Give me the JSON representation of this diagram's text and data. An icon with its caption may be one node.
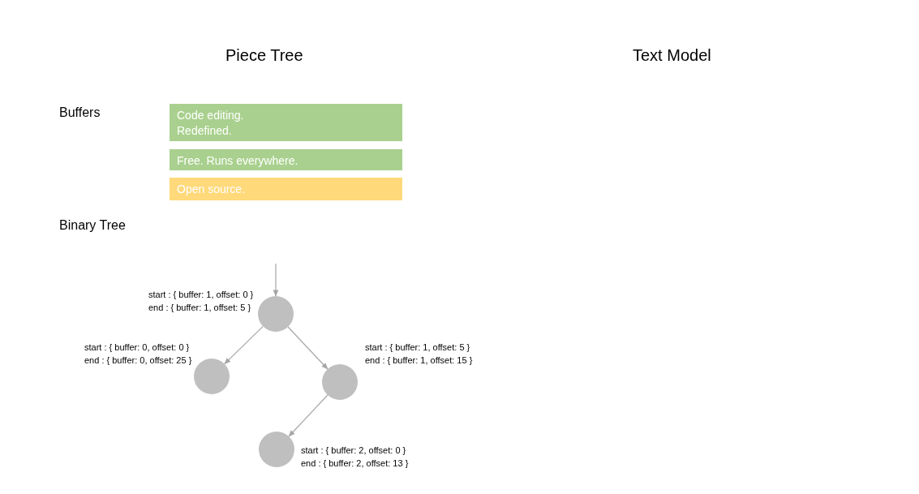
{
  "diagram": {
    "nodes": [
      {
        "text": [
          "Code editing. Redefined."
        ]
      },
      {
        "text": [
          "Free. Runs everywhere."
        ]
      },
      {
        "text": [
          "Open source."
        ]
      },
      {
        "text": [],
        "shape": "circle",
        "beside": [
          "start : { buffer: 1, offset: 0 }",
          "end : { buffer: 1, offset: 5 }"
        ]
      },
      {
        "text": [],
        "shape": "circle",
        "beside": [
          "start : { buffer: 0, offset: 0 }",
          "end : { buffer: 0, offset: 25 }"
        ]
      },
      {
        "text": [],
        "shape": "circle",
        "beside": [
          "start : { buffer: 1, offset: 5 }",
          "end : { buffer: 1, offset: 15 }"
        ]
      },
      {
        "text": [],
        "shape": "circle",
        "beside": [
          "start : { buffer: 2, offset: 0 }",
          "end : { buffer: 2, offset: 13 }"
        ]
      }
    ],
    "edges": [
      {
        "from": null,
        "to": 3,
        "arrow": "to"
      },
      {
        "from": 3,
        "to": 4,
        "arrow": "to"
      },
      {
        "from": 3,
        "to": 5,
        "arrow": "to"
      },
      {
        "from": 5,
        "to": 6,
        "arrow": "to"
      }
    ],
    "labels": [
      "Piece Tree",
      "Text Model",
      "Buffers",
      "Binary Tree"
    ]
  }
}
